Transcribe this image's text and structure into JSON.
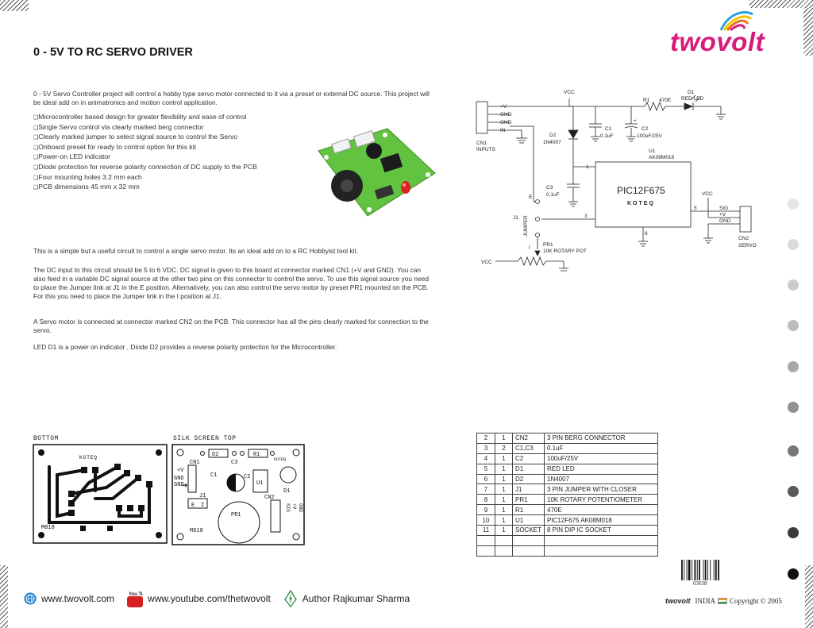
{
  "header": {
    "title": "0 - 5V TO RC SERVO DRIVER",
    "logo_text": "twovolt"
  },
  "intro": "0 - 5V Servo Controller project  will control a hobby type servo motor connected to it via a preset or external DC source.  This project will be ideal add on in animatronics and motion control application.",
  "features": [
    "Microcontroller based design for greater flexibility and ease of control",
    "Single Servo control via clearly marked berg connector",
    "Clearly marked jumper to select signal  source to control the Servo",
    "Onboard preset for ready to control option for this kit",
    "Power-on LED indicator",
    "Diode protection for reverse polarity connection of DC supply to the PCB",
    "Four mounting holes 3.2 mm each",
    "PCB dimensions 45 mm x 32 mm"
  ],
  "paragraphs": {
    "p2": "This is a simple but a useful circuit to control a single servo motor.  Its an ideal add on to a RC Hobbyist tool kit.",
    "p3": "The DC input to this circuit should be 5 to 6 VDC.  DC signal is given to this board at connector marked CN1 (+V and GND).   You can also feed in a variable DC signal source at the other two pins on this connector to control the servo.  To use this signal source you need to place the Jumper link at J1 in the E position.  Alternatively, you can also control the servo motor by preset PR1 mounted on the PCB.  For this you need to place the Jumper link in the I position at J1.",
    "p4": "A Servo motor is connected at connector marked CN2 on the PCB.  This connector has all the pins clearly marked for connection to the servo.",
    "p5": "LED D1 is a power on indicator ,  Diode D2 provides a reverse polarity protection for the Microcontroller."
  },
  "schematic": {
    "vcc": "VCC",
    "r1": "R1",
    "r1_val": "470E",
    "d1": "D1",
    "d1_val": "RED LED",
    "cn1_pins": [
      "+V",
      "GND",
      "GND",
      "IN"
    ],
    "cn1": "CN1",
    "cn1_name": "INPUTS",
    "d2": "D2",
    "d2_val": "1N4007",
    "c1": "C1",
    "c1_val": "0.1uF",
    "c2": "C2",
    "c2_val": "100uF/25V",
    "c2_plus": "+",
    "u1": "U1",
    "u1_val": "AK08M018",
    "chip": "PIC12F675",
    "chip_brand": "KOTEQ",
    "c3": "C3",
    "c3_val": "0.1uF",
    "pin1": "1",
    "pin3": "3",
    "pin5": "5",
    "pin8": "8",
    "e_label": "E",
    "i_label": "I",
    "j1": "J1",
    "jumper": "JUMPER",
    "pr1": "PR1",
    "pr1_val": "10K ROTARY POT",
    "cn2_pins": [
      "SIG",
      "+V",
      "GND"
    ],
    "cn2": "CN2",
    "cn2_name": "SERVO"
  },
  "pcb": {
    "bottom_label": "BOTTOM",
    "silk_label": "SILK SCREEN TOP",
    "bottom_brand": "KOTEQ",
    "bottom_code": "M018",
    "silk": {
      "d2": "D2",
      "r1": "R1",
      "c3": "C3",
      "cn1": "CN1",
      "c1": "C1",
      "c2": "C2",
      "u1": "U1",
      "plus_v": "+V",
      "gnd1": "GND",
      "gnd2": "GND",
      "j1": "J1",
      "e": "E",
      "i": "I",
      "pr1": "PR1",
      "cn2": "CN2",
      "sig": "SIG",
      "plus_v2": "+V",
      "gnd3": "GND",
      "d1": "D1",
      "code": "M018",
      "brand": "KOTEQ"
    }
  },
  "bom": [
    [
      "2",
      "1",
      "CN2",
      "3 PIN BERG CONNECTOR"
    ],
    [
      "3",
      "2",
      "C1,C3",
      "0.1uF"
    ],
    [
      "4",
      "1",
      "C2",
      "100uF/25V"
    ],
    [
      "5",
      "1",
      "D1",
      "RED LED"
    ],
    [
      "6",
      "1",
      "D2",
      "1N4007"
    ],
    [
      "7",
      "1",
      "J1",
      "3 PIN JUMPER WITH CLOSER"
    ],
    [
      "8",
      "1",
      "PR1",
      "10K ROTARY POTENTIOMETER"
    ],
    [
      "9",
      "1",
      "R1",
      "470E"
    ],
    [
      "10",
      "1",
      "U1",
      "PIC12F675 AK08M018"
    ],
    [
      "11",
      "1",
      "SOCKET",
      "8 PIN DIP IC SOCKET"
    ],
    [
      "",
      "",
      "",
      ""
    ],
    [
      "",
      "",
      "",
      ""
    ]
  ],
  "barcode_number": "03038",
  "footer": {
    "website": "www.twovolt.com",
    "youtube_icon": "You Tube",
    "youtube": "www.youtube.com/thetwovolt",
    "author": "Author Rajkumar Sharma",
    "brand": "twovolt",
    "country": "INDIA",
    "copyright": "Copyright © 2005"
  },
  "colors": {
    "brand": "#d81b7a",
    "pcb_green": "#5cbf3c"
  }
}
